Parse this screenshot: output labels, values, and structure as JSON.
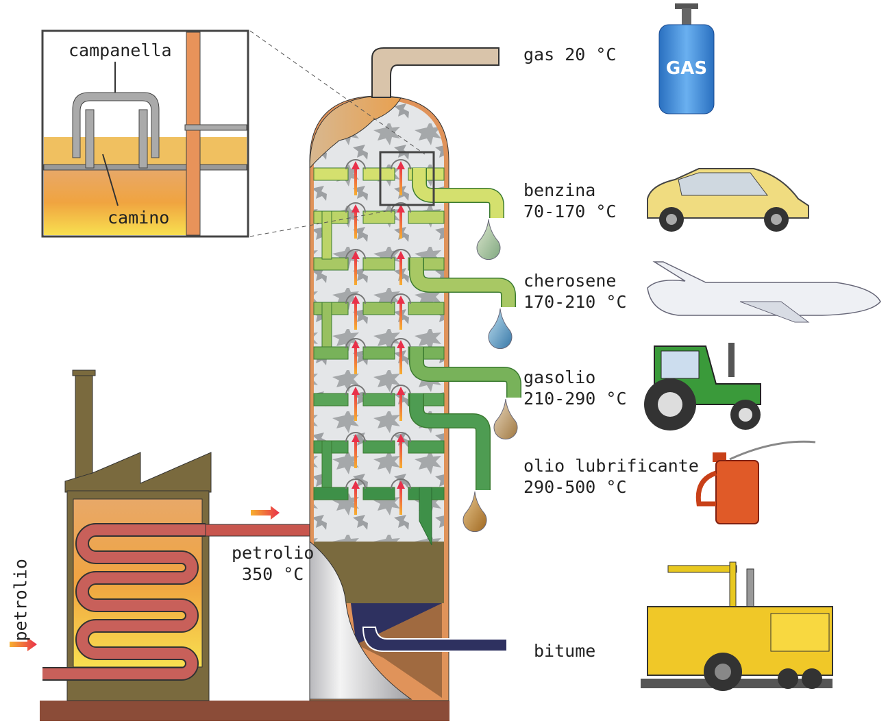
{
  "inset": {
    "top_label": "campanella",
    "bottom_label": "camino"
  },
  "fractions": [
    {
      "name": "gas",
      "range": "20 °C",
      "product_icon": "gas-cylinder",
      "color": "#d9c4aa"
    },
    {
      "name": "benzina",
      "range": "70-170 °C",
      "product_icon": "car",
      "color": "#d4e06e"
    },
    {
      "name": "cherosene",
      "range": "170-210 °C",
      "product_icon": "airplane",
      "color": "#a8c864"
    },
    {
      "name": "gasolio",
      "range": "210-290 °C",
      "product_icon": "tractor",
      "color": "#78b25a"
    },
    {
      "name": "olio lubrificante",
      "range": "290-500 °C",
      "product_icon": "oil-can",
      "color": "#4e9c52"
    },
    {
      "name": "bitume",
      "range": "",
      "product_icon": "road-paver",
      "color": "#2e3160"
    }
  ],
  "gas_cylinder_text": "GAS",
  "feed": {
    "inlet_label": "petrolio",
    "heated_label": "petrolio",
    "heated_temp": "350 °C"
  },
  "colors": {
    "furnace": "#7a6a3e",
    "ground": "#8b4c38",
    "coil": "#c8564e",
    "fire": "#f0b040",
    "column_shell": "#e0935a"
  }
}
